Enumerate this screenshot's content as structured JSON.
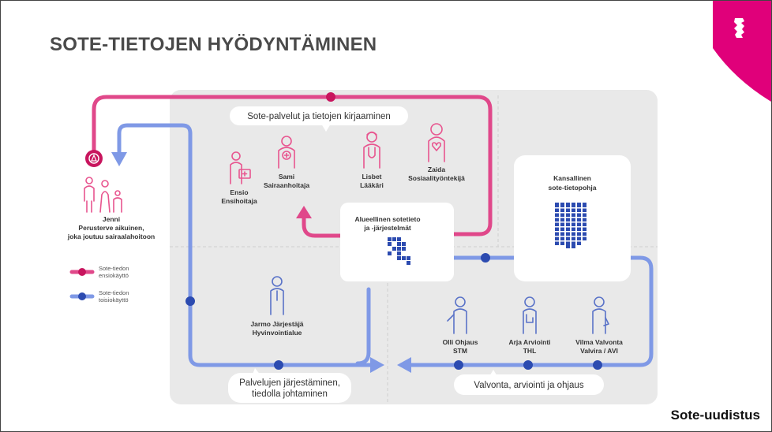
{
  "title": "SOTE-TIETOJEN HYÖDYNTÄMINEN",
  "brand": "Sote-uudistus",
  "colors": {
    "primary_use": "#e0488a",
    "secondary_use": "#7f99e6",
    "dot_pink": "#c8155e",
    "dot_blue": "#2c4bb0",
    "panel": "#e9e9e9",
    "logo": "#e0007a"
  },
  "bubbles": {
    "top": "Sote-palvelut ja tietojen kirjaaminen",
    "bottom_left_line1": "Palvelujen järjestäminen,",
    "bottom_left_line2": "tiedolla johtaminen",
    "bottom_right": "Valvonta, arviointi ja ohjaus"
  },
  "people": {
    "jenni": {
      "line1": "Jenni",
      "line2": "Perusterve aikuinen,",
      "line3": "joka joutuu sairaalahoitoon",
      "icon": "family-icon"
    },
    "ensio": {
      "line1": "Ensio",
      "line2": "Ensihoitaja",
      "icon": "paramedic-icon"
    },
    "sami": {
      "line1": "Sami",
      "line2": "Sairaanhoitaja",
      "icon": "nurse-icon"
    },
    "lisbet": {
      "line1": "Lisbet",
      "line2": "Lääkäri",
      "icon": "doctor-icon"
    },
    "zaida": {
      "line1": "Zaida",
      "line2": "Sosiaalityöntekijä",
      "icon": "social-worker-icon"
    },
    "jarmo": {
      "line1": "Jarmo Järjestäjä",
      "line2": "Hyvinvointialue",
      "icon": "organizer-icon"
    },
    "olli": {
      "line1": "Olli Ohjaus",
      "line2": "STM",
      "icon": "steering-person-icon"
    },
    "arja": {
      "line1": "Arja Arviointi",
      "line2": "THL",
      "icon": "evaluator-icon"
    },
    "vilma": {
      "line1": "Vilma Valvonta",
      "line2": "Valvira / AVI",
      "icon": "supervisor-icon"
    }
  },
  "boxes": {
    "regional_line1": "Alueellinen sotetieto",
    "regional_line2": "ja -järjestelmät",
    "national_line1": "Kansallinen",
    "national_line2": "sote-tietopohja"
  },
  "legend": [
    {
      "line1": "Sote-tiedon",
      "line2": "ensiokäyttö",
      "color": "#e0488a"
    },
    {
      "line1": "Sote-tiedon",
      "line2": "toisiokäyttö",
      "color": "#7f99e6"
    }
  ]
}
